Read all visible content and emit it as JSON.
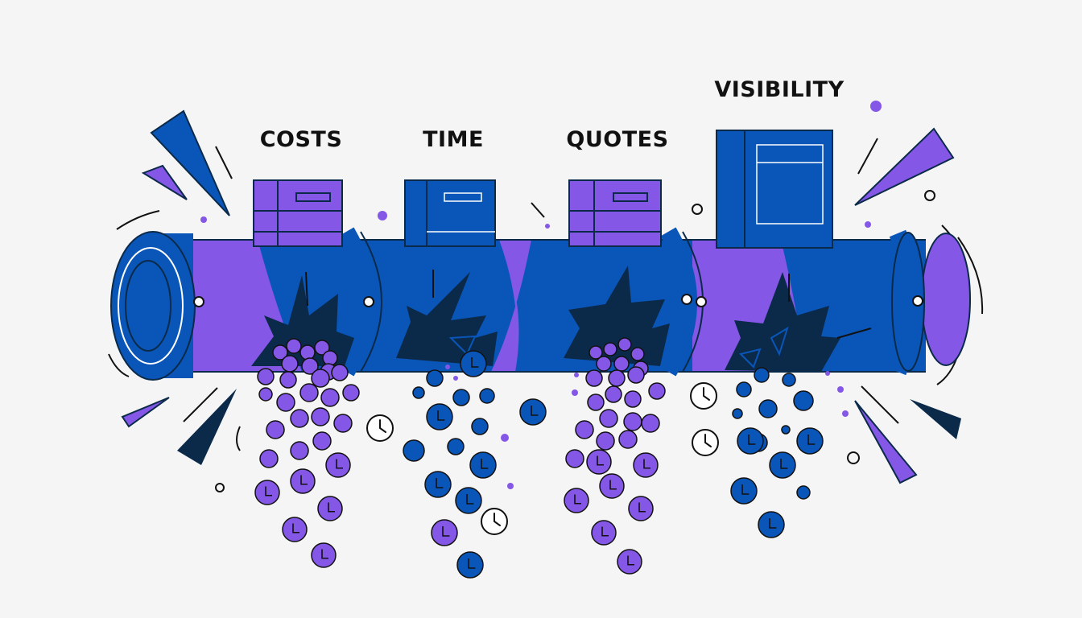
{
  "labels": {
    "costs": "COSTS",
    "time": "TIME",
    "quotes": "QUOTES",
    "visibility": "VISIBILITY"
  },
  "icons": [
    "clock-icon",
    "package-box-icon",
    "crack-burst-icon",
    "coin-icon",
    "shard-icon"
  ],
  "colors": {
    "background": "#f5f5f5",
    "purple": "#8457e6",
    "blue": "#0a56b8",
    "navy": "#0b2a4a",
    "outline": "#111111"
  }
}
